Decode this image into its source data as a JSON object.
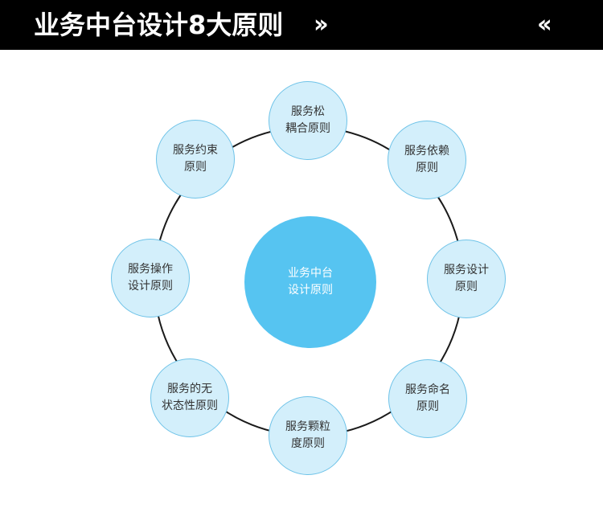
{
  "header": {
    "title": "业务中台设计8大原则",
    "arrow_right": "››",
    "arrow_left": "‹‹"
  },
  "diagram": {
    "center_label": "业务中台\n设计原则",
    "nodes": [
      {
        "label": "服务松\n耦合原则"
      },
      {
        "label": "服务依赖\n原则"
      },
      {
        "label": "服务设计\n原则"
      },
      {
        "label": "服务命名\n原则"
      },
      {
        "label": "服务颗粒\n度原则"
      },
      {
        "label": "服务的无\n状态性原则"
      },
      {
        "label": "服务操作\n设计原则"
      },
      {
        "label": "服务约束\n原则"
      }
    ]
  },
  "colors": {
    "header_bg": "#000000",
    "center_fill": "#56c4f1",
    "node_fill": "#d3effb",
    "node_border": "#6fc3e8",
    "ring": "#1a1a1a"
  }
}
